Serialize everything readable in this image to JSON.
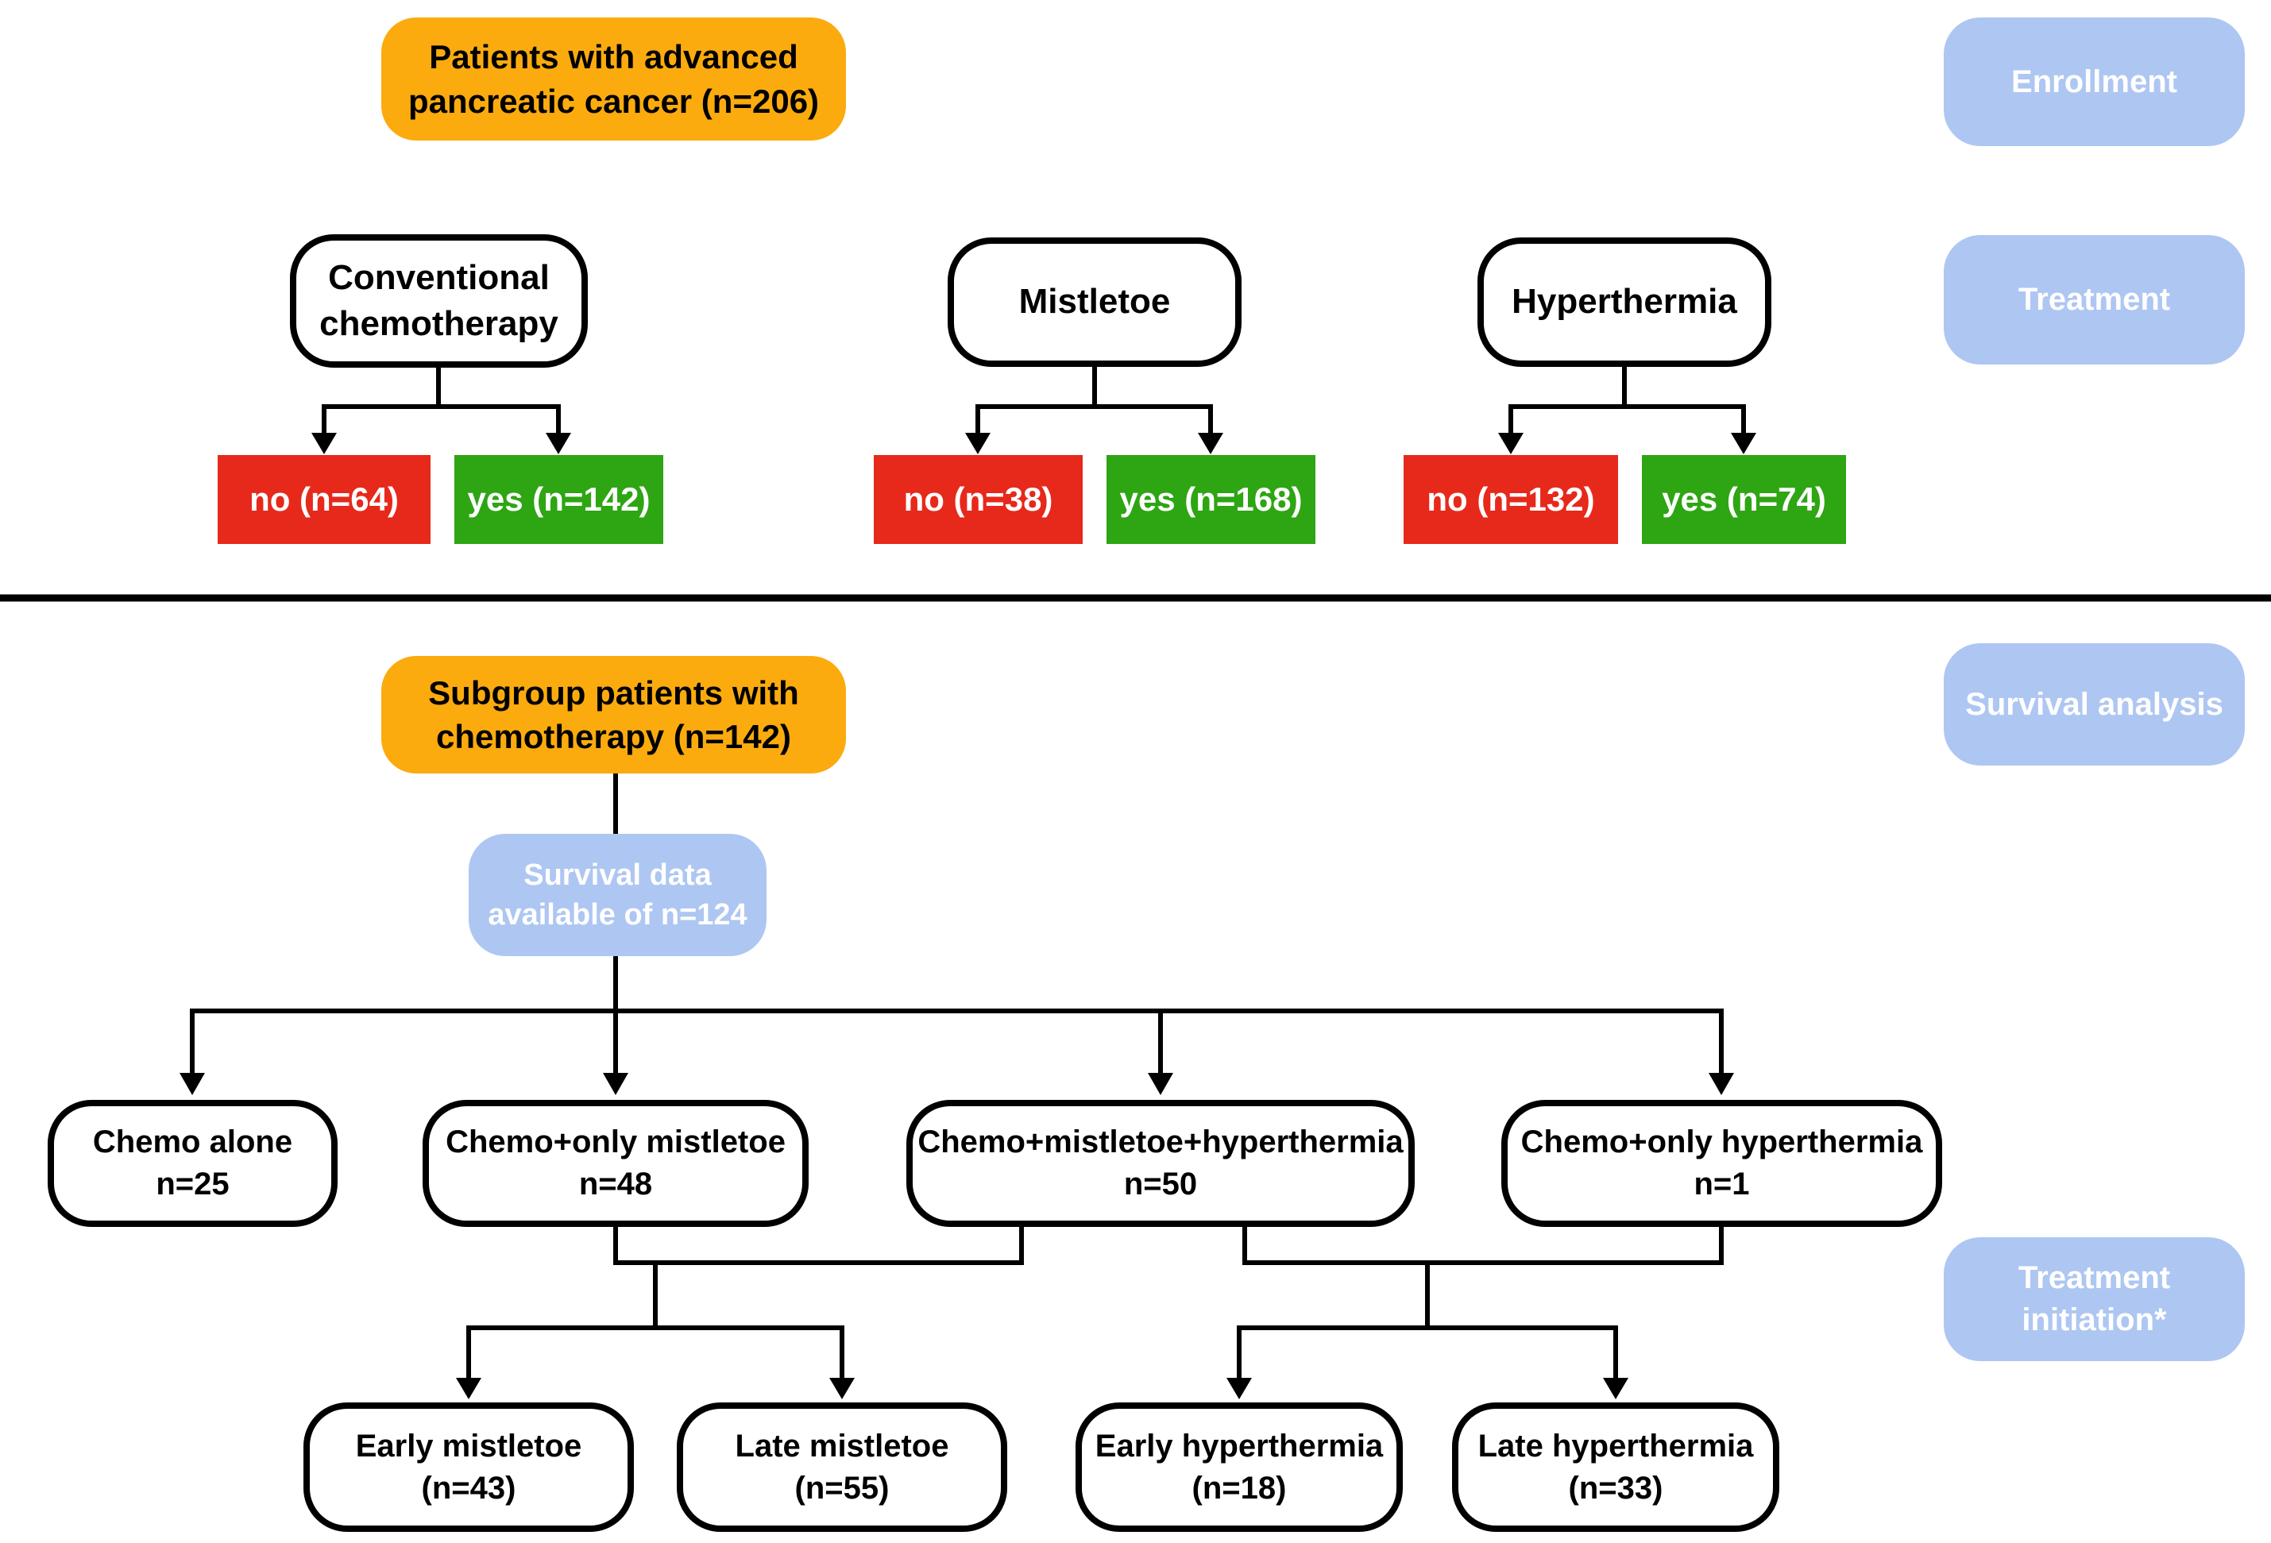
{
  "palette": {
    "orange": "#FBAB0E",
    "blue": "#AEC6F2",
    "red": "#E6291B",
    "green": "#2EA513",
    "line": "#000000",
    "background": "#FFFFFF"
  },
  "stages": {
    "enrollment": "Enrollment",
    "treatment": "Treatment",
    "survival_analysis": "Survival analysis",
    "treatment_initiation": {
      "line1": "Treatment",
      "line2": "initiation*"
    }
  },
  "enrollment_flow": {
    "root": {
      "line1": "Patients with advanced",
      "line2": "pancreatic cancer (n=206)"
    },
    "chemotherapy": {
      "line1": "Conventional",
      "line2": "chemotherapy",
      "no": "no (n=64)",
      "yes": "yes (n=142)"
    },
    "mistletoe": {
      "label": "Mistletoe",
      "no": "no (n=38)",
      "yes": "yes (n=168)"
    },
    "hyperthermia": {
      "label": "Hyperthermia",
      "no": "no (n=132)",
      "yes": "yes (n=74)"
    }
  },
  "survival_flow": {
    "subgroup": {
      "line1": "Subgroup patients with",
      "line2": "chemotherapy (n=142)"
    },
    "survival_data": {
      "line1": "Survival data",
      "line2": "available of n=124"
    },
    "groups": {
      "chemo_alone": {
        "line1": "Chemo alone",
        "line2": "n=25"
      },
      "chemo_only_mistletoe": {
        "line1": "Chemo+only mistletoe",
        "line2": "n=48"
      },
      "chemo_mistletoe_hyperthermia": {
        "line1": "Chemo+mistletoe+hyperthermia",
        "line2": "n=50"
      },
      "chemo_only_hyperthermia": {
        "line1": "Chemo+only hyperthermia",
        "line2": "n=1"
      }
    },
    "initiation_groups": {
      "early_mistletoe": {
        "line1": "Early mistletoe",
        "line2": "(n=43)"
      },
      "late_mistletoe": {
        "line1": "Late mistletoe",
        "line2": "(n=55)"
      },
      "early_hyperthermia": {
        "line1": "Early hyperthermia",
        "line2": "(n=18)"
      },
      "late_hyperthermia": {
        "line1": "Late hyperthermia",
        "line2": "(n=33)"
      }
    }
  }
}
